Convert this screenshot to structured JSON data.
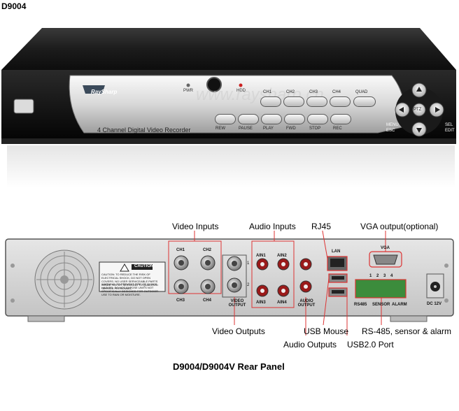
{
  "header": {
    "title": "D9004"
  },
  "front": {
    "brand": "RaySharp",
    "model_text": "4 Channel Digital Video Recorder",
    "watermark": "www.raysharp.cn",
    "indicators": {
      "pwr": "PWR",
      "hdd": "HDD"
    },
    "channel_buttons": [
      "CH1",
      "CH2",
      "CH3",
      "CH4",
      "QUAD"
    ],
    "transport_buttons": [
      "REW",
      "PAUSE",
      "PLAY",
      "FWD",
      "STOP",
      "REC"
    ],
    "ptz_label": "PTZ",
    "side_labels": [
      "MENU",
      "ESC",
      "SEL",
      "EDIT"
    ]
  },
  "callouts": {
    "video_inputs": "Video Inputs",
    "audio_inputs": "Audio Inputs",
    "rj45": "RJ45",
    "vga": "VGA output(optional)",
    "video_outputs": "Video Outputs",
    "usb_mouse": "USB Mouse",
    "rs485": "RS-485, sensor & alarm",
    "audio_outputs": "Audio Outputs",
    "usb2": "USB2.0 Port"
  },
  "rear": {
    "caution_title": "CAUTION",
    "caution_text_1": "CAUTION: TO REDUCE THE RISK OF ELECTRICAL SHOCK, DO NOT OPEN COVERS. NO USER SERVICEABLE PARTS INSIDE. REFER SERVICING TO QUALIFIED SERVICE PERSONNEL.",
    "caution_text_2": "WARNING: TO PREVENT FIRE OR SHOCK HAZARD, DO NOT EXPOSE UNITS NOT SPECIFICALLY DESIGNED FOR OUTDOOR USE TO RAIN OR MOISTURE.",
    "ch_labels": [
      "CH1",
      "CH2",
      "CH3",
      "CH4"
    ],
    "video_output": "VIDEO OUTPUT",
    "vout_nums": [
      "1",
      "2"
    ],
    "ain_labels": [
      "AIN1",
      "AIN2",
      "AIN3",
      "AIN4"
    ],
    "audio_output": "AUDIO OUTPUT",
    "lan": "LAN",
    "vga": "VGA",
    "terminal_nums": [
      "1",
      "2",
      "3",
      "4"
    ],
    "rs485": "RS485",
    "sensor": "SENSOR",
    "alarm": "ALARM",
    "dc": "DC 12V"
  },
  "footer": {
    "title": "D9004/D9004V Rear Panel"
  }
}
